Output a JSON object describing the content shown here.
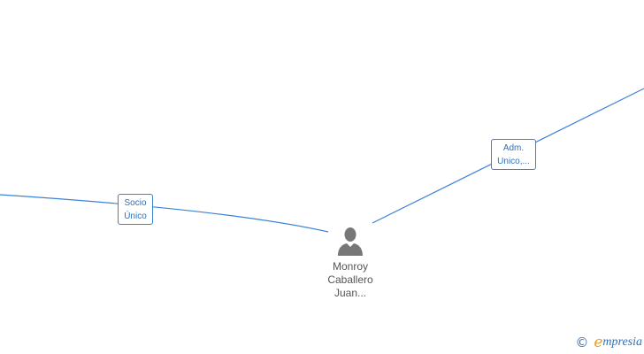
{
  "diagram": {
    "edges": [
      {
        "id": "edge-socio",
        "label_lines": [
          "Socio",
          "Único"
        ]
      },
      {
        "id": "edge-adm",
        "label_lines": [
          "Adm.",
          "Unico,..."
        ]
      }
    ],
    "person": {
      "name_lines": [
        "Monroy",
        "Caballero",
        "Juan..."
      ],
      "icon": "person-icon"
    },
    "colors": {
      "edge": "#3b82d4",
      "label_text": "#2f6fb6",
      "person_icon": "#777777",
      "brand_blue": "#2f6fb6",
      "brand_orange": "#f39c12"
    }
  },
  "brand": {
    "copyright_symbol": "©",
    "logo_first_letter": "e",
    "logo_rest": "mpresia"
  }
}
